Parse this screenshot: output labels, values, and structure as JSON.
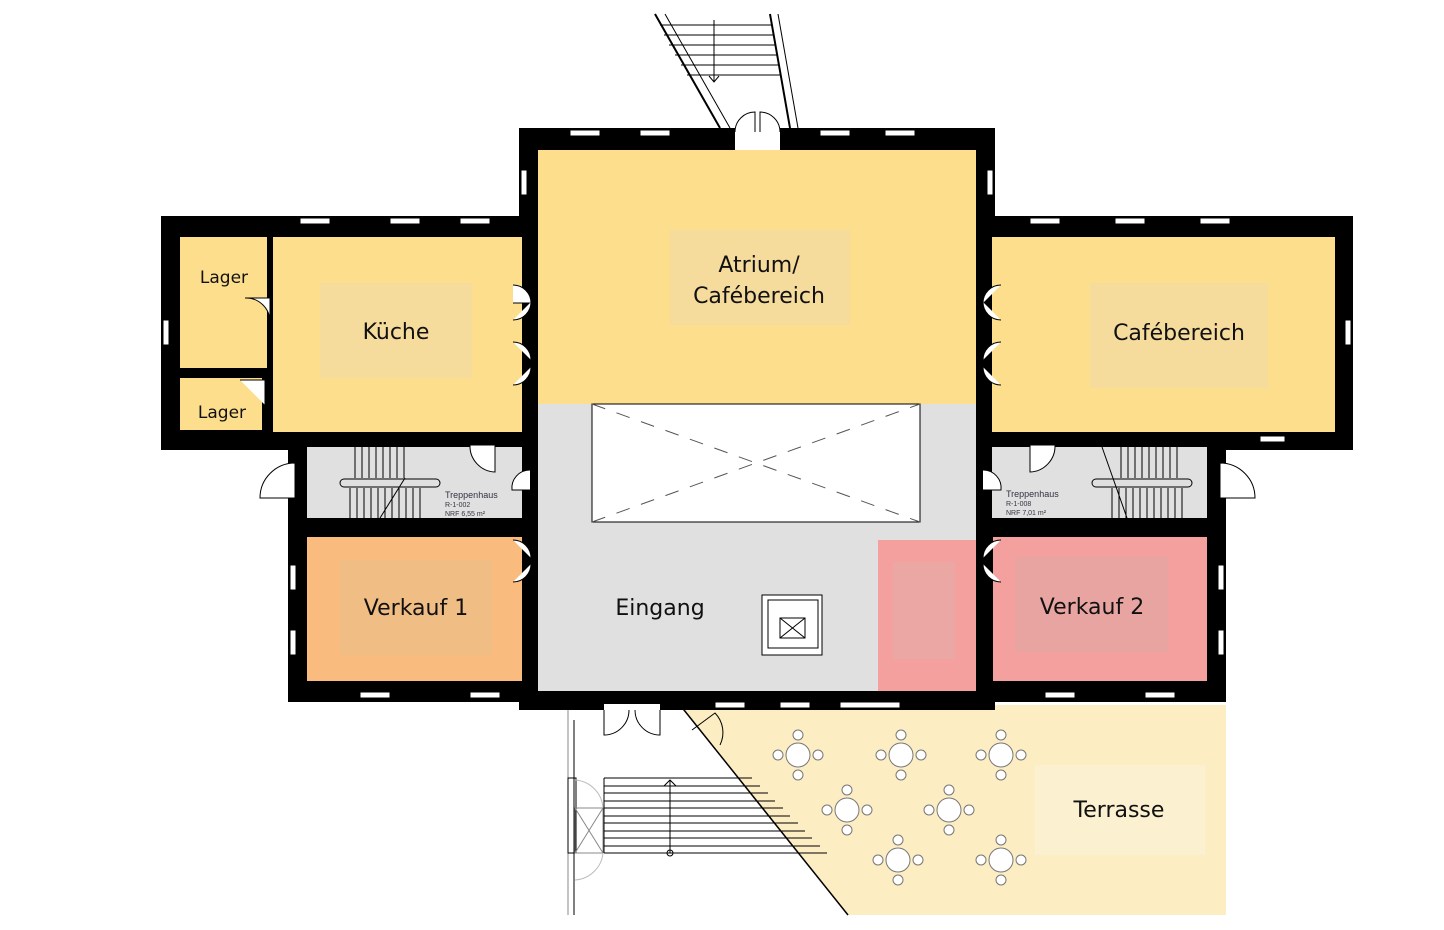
{
  "rooms": {
    "lager_1": "Lager",
    "lager_2": "Lager",
    "kueche": "Küche",
    "atrium_line1": "Atrium/",
    "atrium_line2": "Cafébereich",
    "cafebereich": "Cafébereich",
    "verkauf_1": "Verkauf 1",
    "verkauf_2": "Verkauf 2",
    "eingang": "Eingang",
    "terrasse": "Terrasse"
  },
  "stairwells": [
    {
      "name": "Treppenhaus",
      "id": "R-1-002",
      "area": "NRF 6,55 m²"
    },
    {
      "name": "Treppenhaus",
      "id": "R-1-008",
      "area": "NRF 7,01 m²"
    }
  ],
  "colors": {
    "yellow": "#FCDE8C",
    "label_bg": "#F6DC9C",
    "grey": "#E0E0E0",
    "orange": "#F9BC7E",
    "pink": "#F4A09E",
    "terrace": "#FDEDC3",
    "wall": "#000000"
  }
}
